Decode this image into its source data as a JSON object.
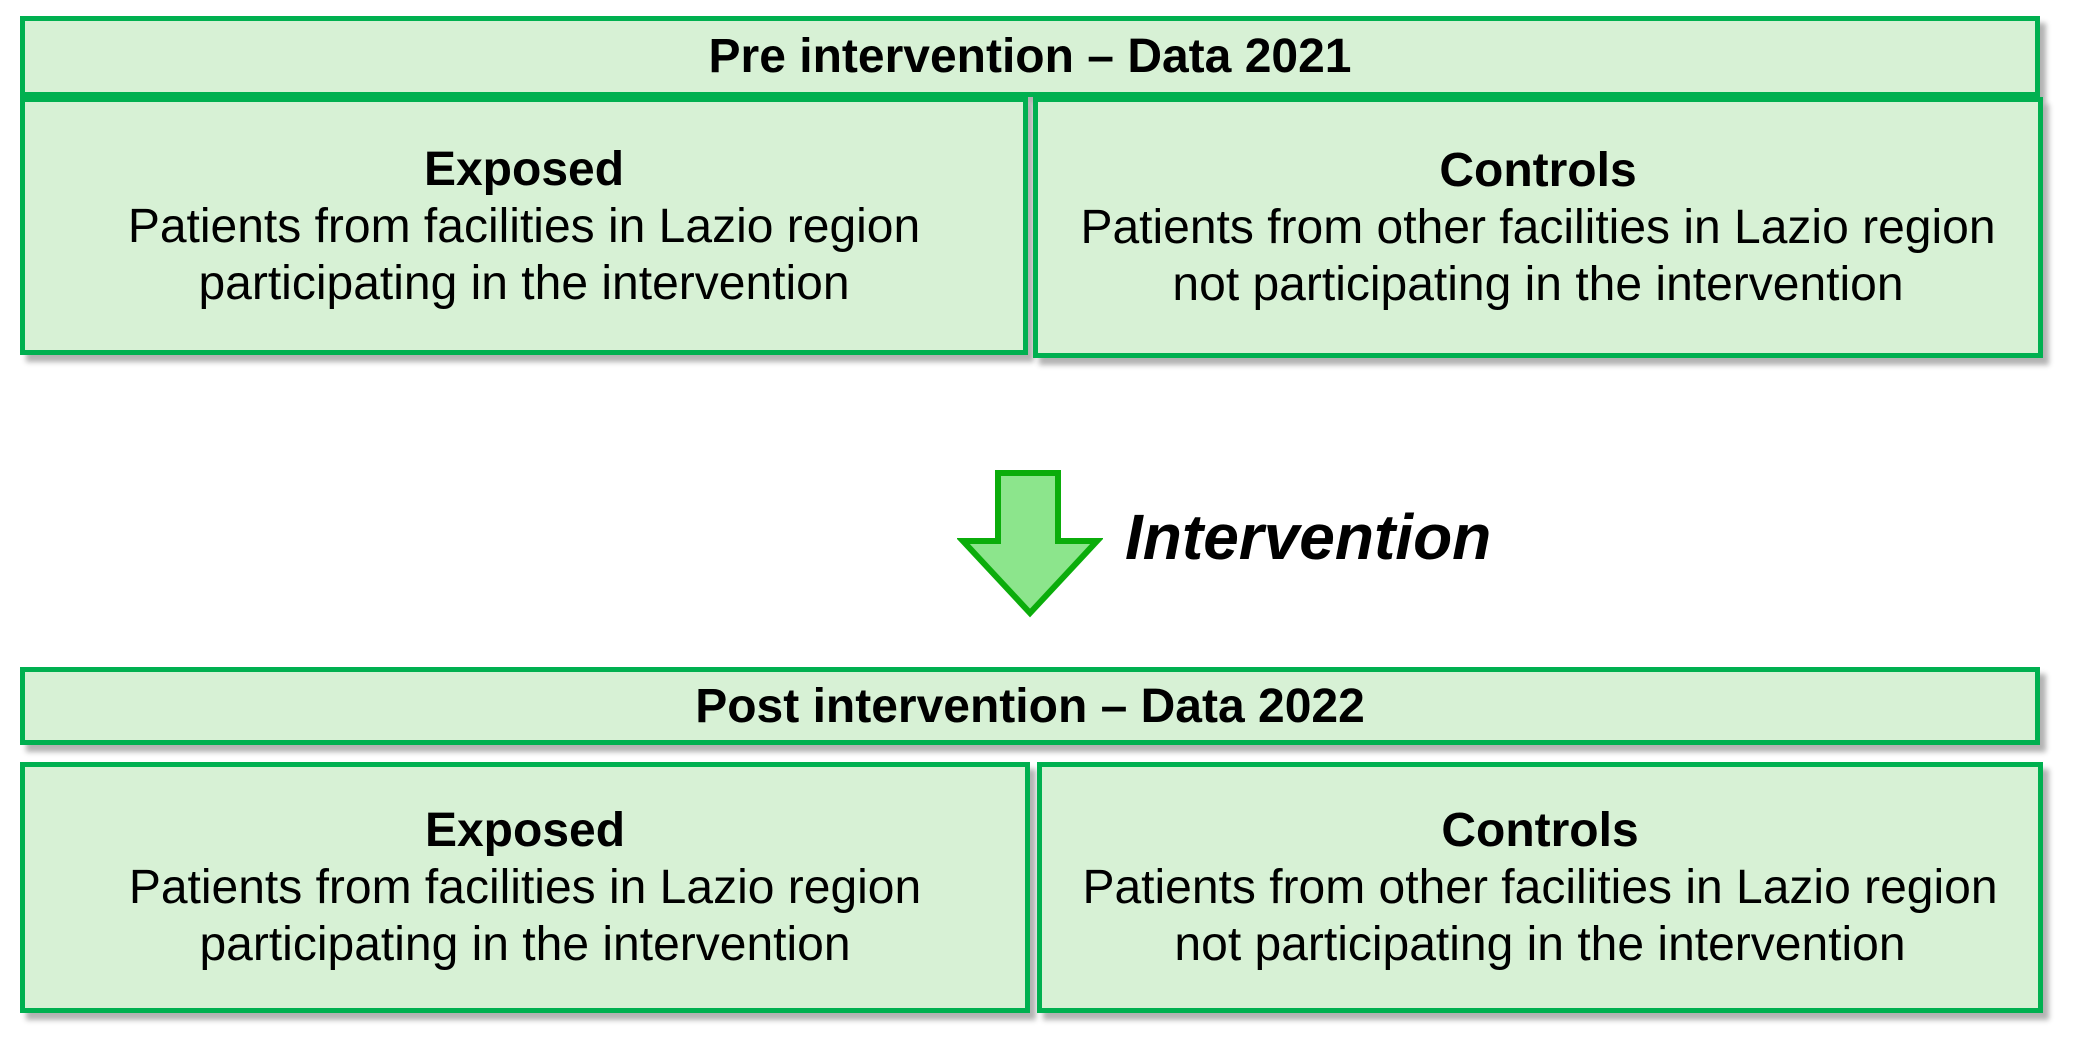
{
  "colors": {
    "box_fill": "#d7f1d5",
    "box_border": "#00b050",
    "arrow_fill": "#8ce58c",
    "arrow_border": "#0bad0b",
    "text": "#000000",
    "background": "#ffffff"
  },
  "pre_section": {
    "title": "Pre intervention – Data 2021",
    "exposed": {
      "heading": "Exposed",
      "lines": [
        "Patients from facilities in Lazio region",
        "participating in the intervention"
      ]
    },
    "controls": {
      "heading": "Controls",
      "lines": [
        "Patients from other facilities in Lazio region",
        "not participating in the intervention"
      ]
    }
  },
  "arrow": {
    "label": "Intervention",
    "icon": "down-arrow-icon"
  },
  "post_section": {
    "title": "Post intervention – Data 2022",
    "exposed": {
      "heading": "Exposed",
      "lines": [
        "Patients from facilities in Lazio region",
        "participating in the intervention"
      ]
    },
    "controls": {
      "heading": "Controls",
      "lines": [
        "Patients from other facilities in Lazio region",
        "not participating in the intervention"
      ]
    }
  }
}
